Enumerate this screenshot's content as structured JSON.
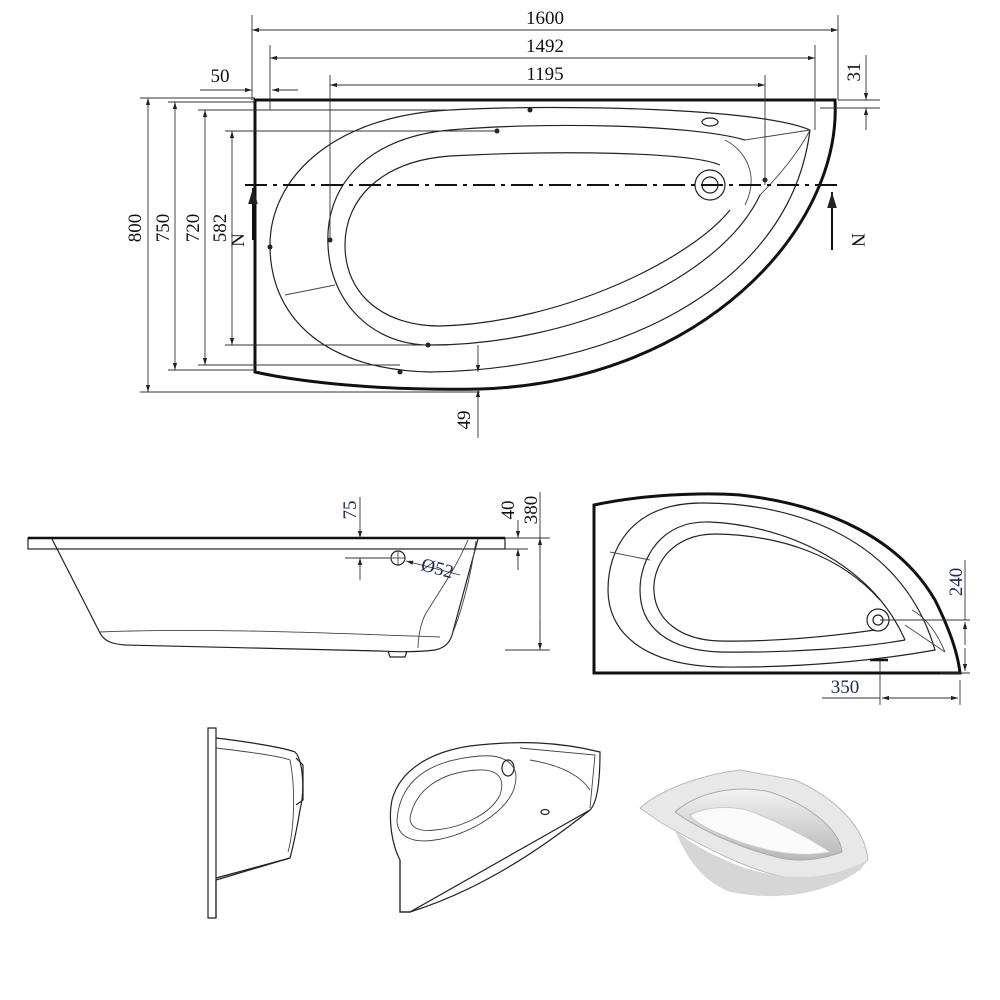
{
  "plan_view": {
    "overall_length": "1600",
    "inner_length": "1492",
    "bowl_length": "1195",
    "rim_offset": "50",
    "right_offset": "31",
    "overall_width": "800",
    "width_750": "750",
    "width_720": "720",
    "bowl_width": "582",
    "section_mark_left": "N",
    "section_mark_right": "N",
    "bottom_offset": "49"
  },
  "side_view": {
    "overflow_depth": "75",
    "rim_thickness": "40",
    "height": "380",
    "overflow_diameter": "Ø52"
  },
  "small_plan_view": {
    "drain_offset_y": "240",
    "drain_offset_x": "350"
  }
}
